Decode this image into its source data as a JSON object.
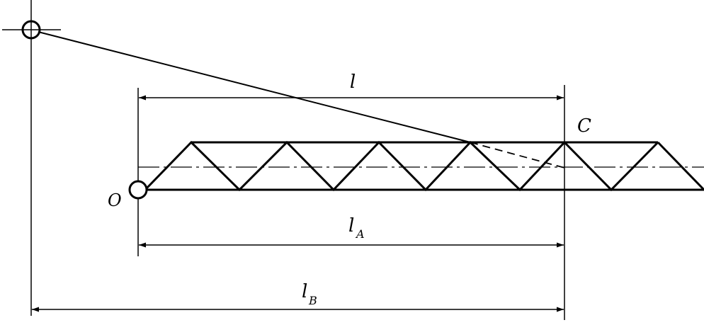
{
  "labels": {
    "l": "l",
    "l_a_main": "l",
    "l_a_sub": "A",
    "l_b_main": "l",
    "l_b_sub": "B",
    "c": "C",
    "o": "O"
  },
  "colors": {
    "ink": "#000000",
    "background": "#ffffff"
  }
}
